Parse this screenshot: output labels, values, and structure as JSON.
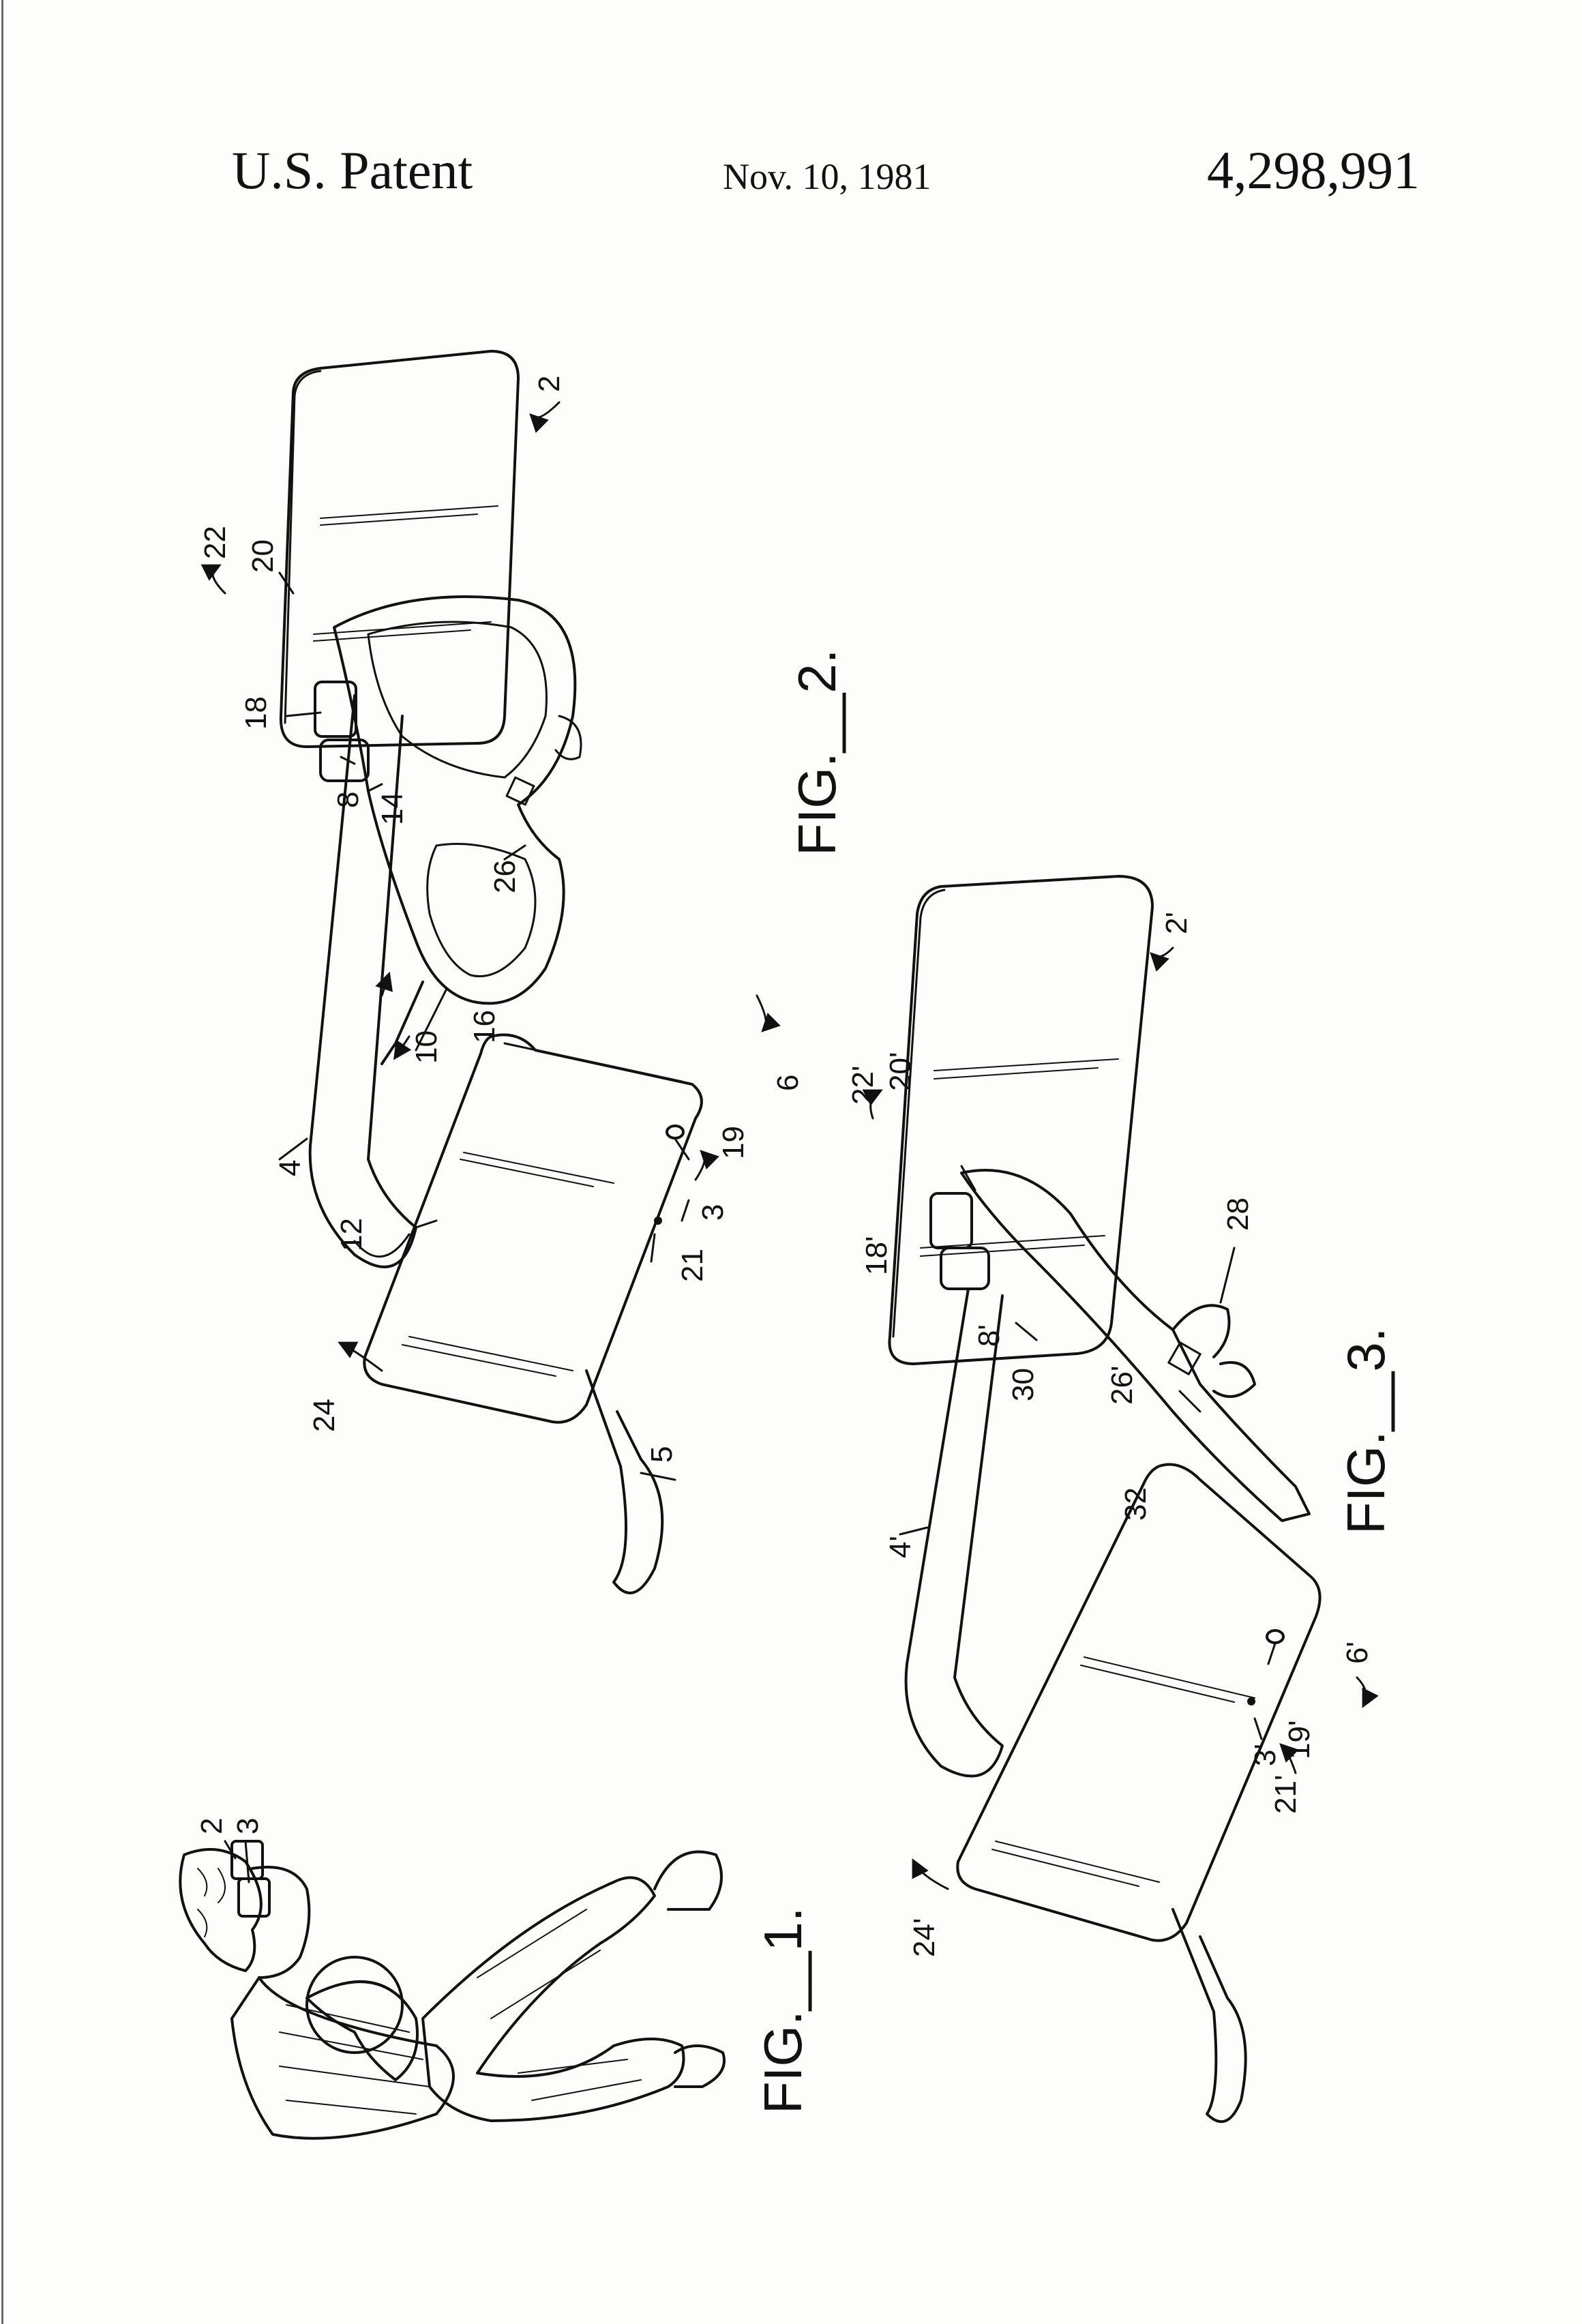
{
  "header": {
    "left": "U.S. Patent",
    "date": "Nov. 10, 1981",
    "patent_number": "4,298,991"
  },
  "figures": {
    "fig1": {
      "caption": "FIG.__1.",
      "labels": {
        "l2": "2",
        "l3": "3"
      }
    },
    "fig2": {
      "caption": "FIG.__2.",
      "labels": {
        "l2": "2",
        "l3": "3",
        "l4": "4",
        "l5": "5",
        "l6": "6",
        "l8": "8",
        "l10": "10",
        "l12": "12",
        "l14": "14",
        "l16": "16",
        "l18": "18",
        "l19": "19",
        "l20": "20",
        "l21": "21",
        "l22": "22",
        "l24": "24",
        "l26": "26"
      }
    },
    "fig3": {
      "caption": "FIG.__3.",
      "labels": {
        "l2": "2'",
        "l3": "3'",
        "l4": "4'",
        "l6": "6'",
        "l8": "8'",
        "l18": "18'",
        "l19": "19'",
        "l20": "20'",
        "l21": "21'",
        "l22": "22'",
        "l24": "24'",
        "l26": "26'",
        "l28": "28",
        "l30": "30",
        "l32": "32"
      }
    }
  }
}
